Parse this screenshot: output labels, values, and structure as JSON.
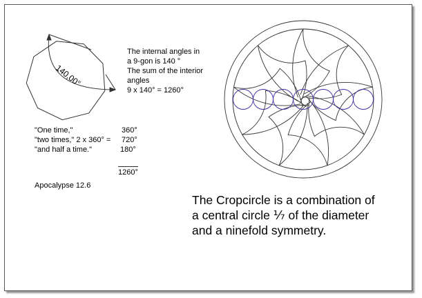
{
  "nonagon": {
    "dimension_label": "140,00°"
  },
  "angles_text": [
    "The internal angles in",
    "a 9-gon is 140 °",
    "The sum of the interior",
    "angles",
    "9 x 140° = 1260°"
  ],
  "times": [
    {
      "label": "\"One time,\"",
      "value": "360°"
    },
    {
      "label": "\"two times,\" 2 x 360° =",
      "value": "720°"
    },
    {
      "label": "\"and half a time.\"",
      "value": "180°"
    }
  ],
  "total": "1260°",
  "reference": "Apocalypse 12.6",
  "caption": [
    "The Cropcircle is a combination of",
    "a central circle ⅐ of the diameter",
    "and a ninefold symmetry."
  ],
  "colors": {
    "line": "#333333",
    "circles": "#3a2fa0"
  }
}
